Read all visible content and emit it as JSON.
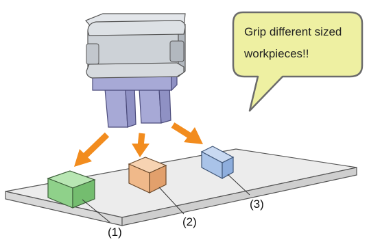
{
  "callout": {
    "line1": "Grip different sized",
    "line2": "workpieces!!"
  },
  "workpieces": [
    {
      "label": "(1)",
      "color": "#8fd18a"
    },
    {
      "label": "(2)",
      "color": "#f0b98a"
    },
    {
      "label": "(3)",
      "color": "#a9c3e8"
    }
  ],
  "colors": {
    "arrow": "#f28c1e",
    "gripper_body": "#cdd2d7",
    "gripper_fingers": "#a7a9d6",
    "bubble_fill": "#eef0a2",
    "bubble_stroke": "#6b6b6b",
    "tray": "#eeeeee"
  }
}
